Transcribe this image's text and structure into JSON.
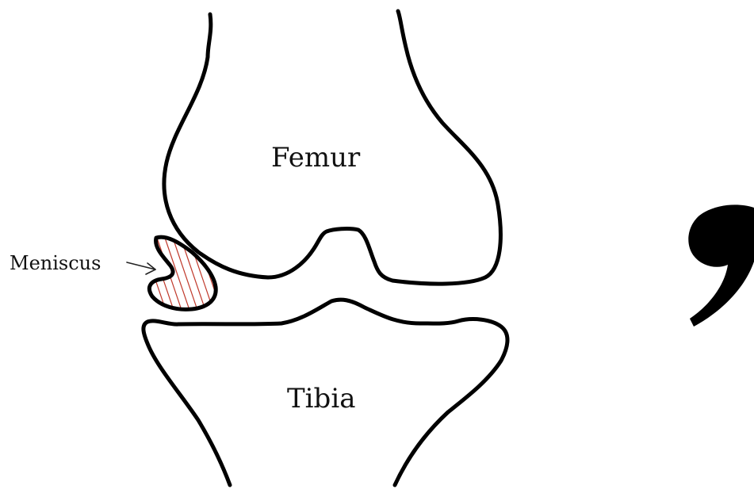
{
  "labels": {
    "femur": "Femur",
    "tibia": "Tibia",
    "meniscus": "Meniscus"
  },
  "colors": {
    "outline": "#000000",
    "meniscus_hatch": "#c0392b",
    "background": "#ffffff"
  },
  "icons": {
    "meniscus_pointer": "arrow-right-icon",
    "corner_mark": "comma-mark-icon"
  }
}
